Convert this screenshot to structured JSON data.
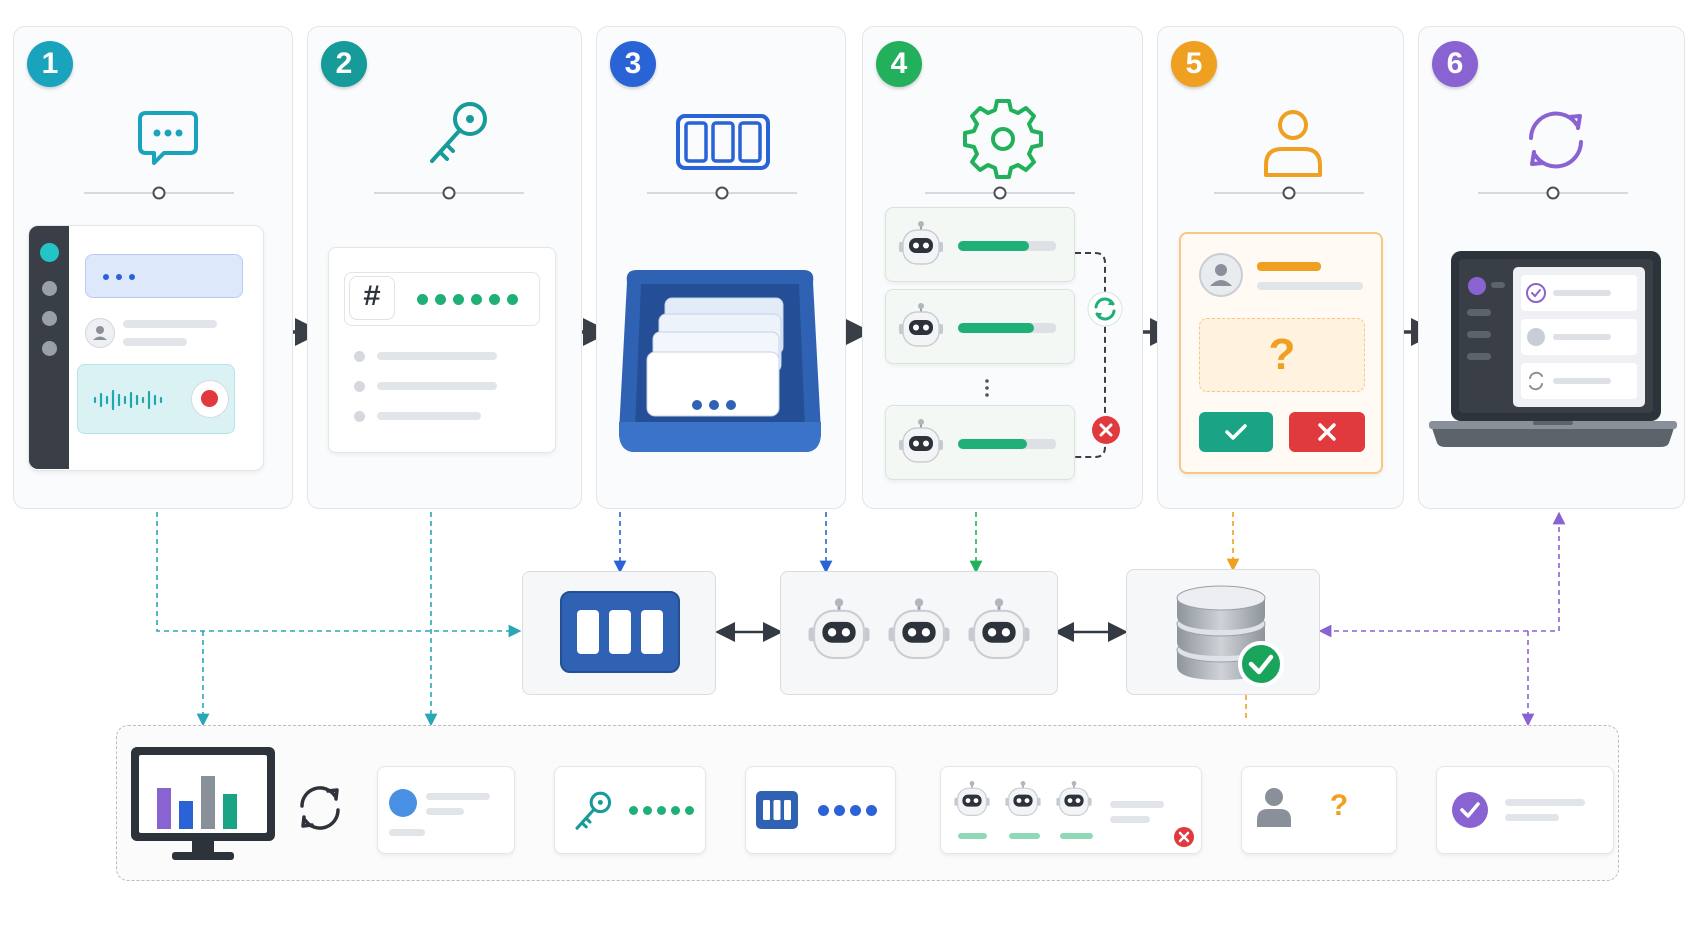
{
  "steps": [
    {
      "number": "1",
      "color": "#1aa3bd",
      "icon": "chat-bubble-icon"
    },
    {
      "number": "2",
      "color": "#169a9a",
      "icon": "key-icon"
    },
    {
      "number": "3",
      "color": "#2a63d6",
      "icon": "cards-icon"
    },
    {
      "number": "4",
      "color": "#22b05c",
      "icon": "gear-icon"
    },
    {
      "number": "5",
      "color": "#f0a020",
      "icon": "person-icon"
    },
    {
      "number": "6",
      "color": "#8a63d2",
      "icon": "sync-icon"
    }
  ],
  "step2": {
    "hash_symbol": "#"
  },
  "step5": {
    "question_mark": "?"
  },
  "pipeline": {
    "question_mark": "?"
  },
  "colors": {
    "teal": "#1aa3bd",
    "green": "#1fb078",
    "blue": "#2a63d6",
    "navy": "#2f62b2",
    "orange": "#f0a020",
    "purple": "#8a63d2",
    "red": "#e0393e",
    "dark": "#3a3f47"
  }
}
